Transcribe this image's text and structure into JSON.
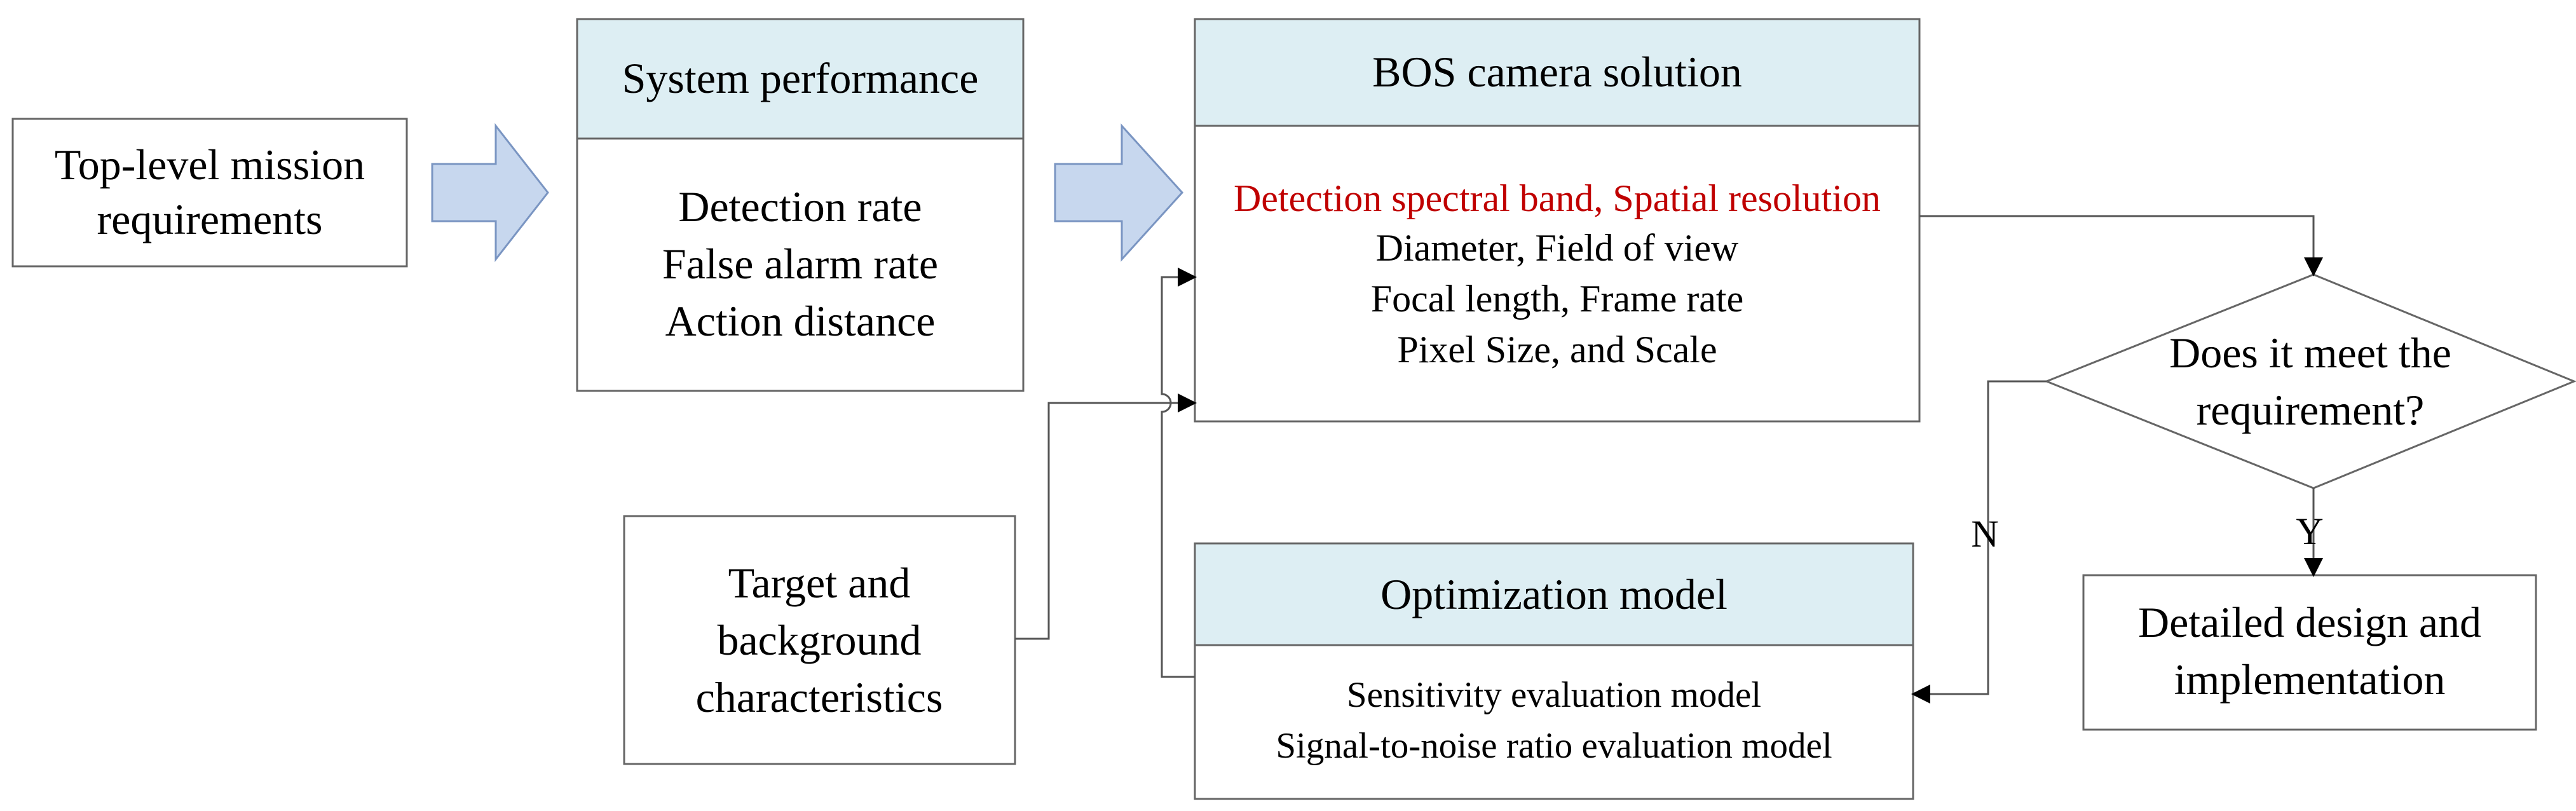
{
  "colors": {
    "header_fill": "#DDEEF3",
    "arrow_fill": "#C7D7EE",
    "arrow_stroke": "#7A95C2",
    "highlight_text": "#C00000",
    "line": "#555555"
  },
  "nodes": {
    "mission": {
      "lines": [
        "Top-level mission",
        "requirements"
      ]
    },
    "system_performance": {
      "header": "System performance",
      "lines": [
        "Detection rate",
        "False alarm rate",
        "Action distance"
      ]
    },
    "bos_camera": {
      "header": "BOS camera solution",
      "highlight": "Detection spectral band, Spatial resolution",
      "lines": [
        "Diameter, Field of view",
        "Focal length, Frame rate",
        "Pixel Size, and Scale"
      ]
    },
    "target": {
      "lines": [
        "Target and",
        "background",
        "characteristics"
      ]
    },
    "optimization": {
      "header": "Optimization model",
      "lines": [
        "Sensitivity evaluation model",
        "Signal-to-noise ratio evaluation model"
      ]
    },
    "decision": {
      "lines": [
        "Does it meet the",
        "requirement?"
      ]
    },
    "detailed": {
      "lines": [
        "Detailed design and",
        "implementation"
      ]
    }
  },
  "edge_labels": {
    "no": "N",
    "yes": "Y"
  }
}
